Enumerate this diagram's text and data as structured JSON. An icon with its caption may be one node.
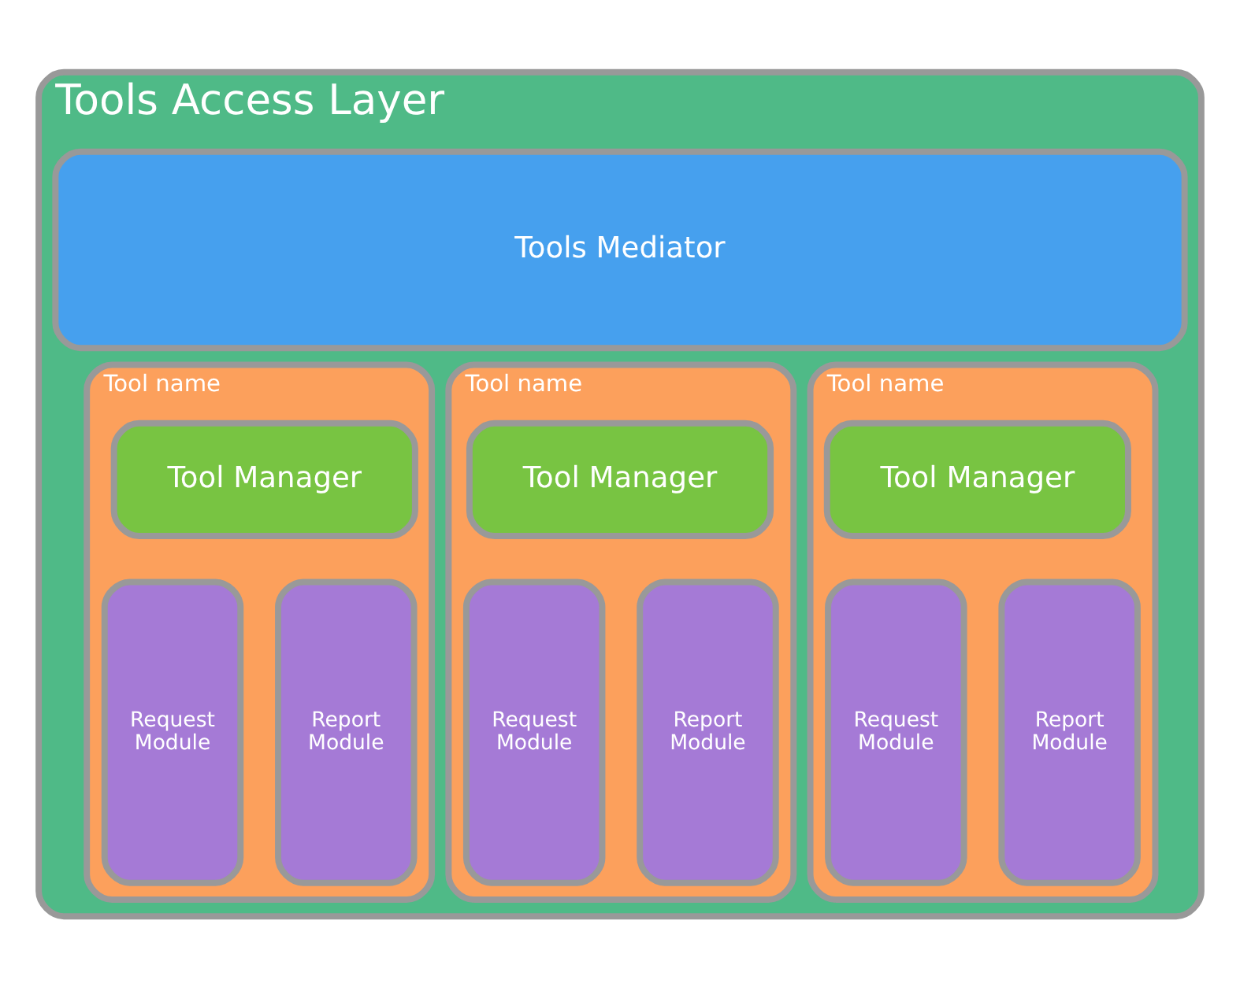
{
  "diagram": {
    "nodes": [
      {
        "text": [
          "Tools Access Layer"
        ]
      },
      {
        "text": [
          "Tools Mediator"
        ],
        "in": 0
      },
      {
        "text": [
          "Tool name"
        ],
        "in": 0
      },
      {
        "text": [
          "Tool Manager"
        ],
        "in": 2
      },
      {
        "text": [
          "Request Module"
        ],
        "in": 2
      },
      {
        "text": [
          "Report Module"
        ],
        "in": 2
      },
      {
        "text": [
          "Tool name"
        ],
        "in": 0
      },
      {
        "text": [
          "Tool Manager"
        ],
        "in": 6
      },
      {
        "text": [
          "Request Module"
        ],
        "in": 6
      },
      {
        "text": [
          "Report Module"
        ],
        "in": 6
      },
      {
        "text": [
          "Tool name"
        ],
        "in": 0
      },
      {
        "text": [
          "Tool Manager"
        ],
        "in": 10
      },
      {
        "text": [
          "Request Module"
        ],
        "in": 10
      },
      {
        "text": [
          "Report Module"
        ],
        "in": 10
      }
    ],
    "edges": []
  }
}
